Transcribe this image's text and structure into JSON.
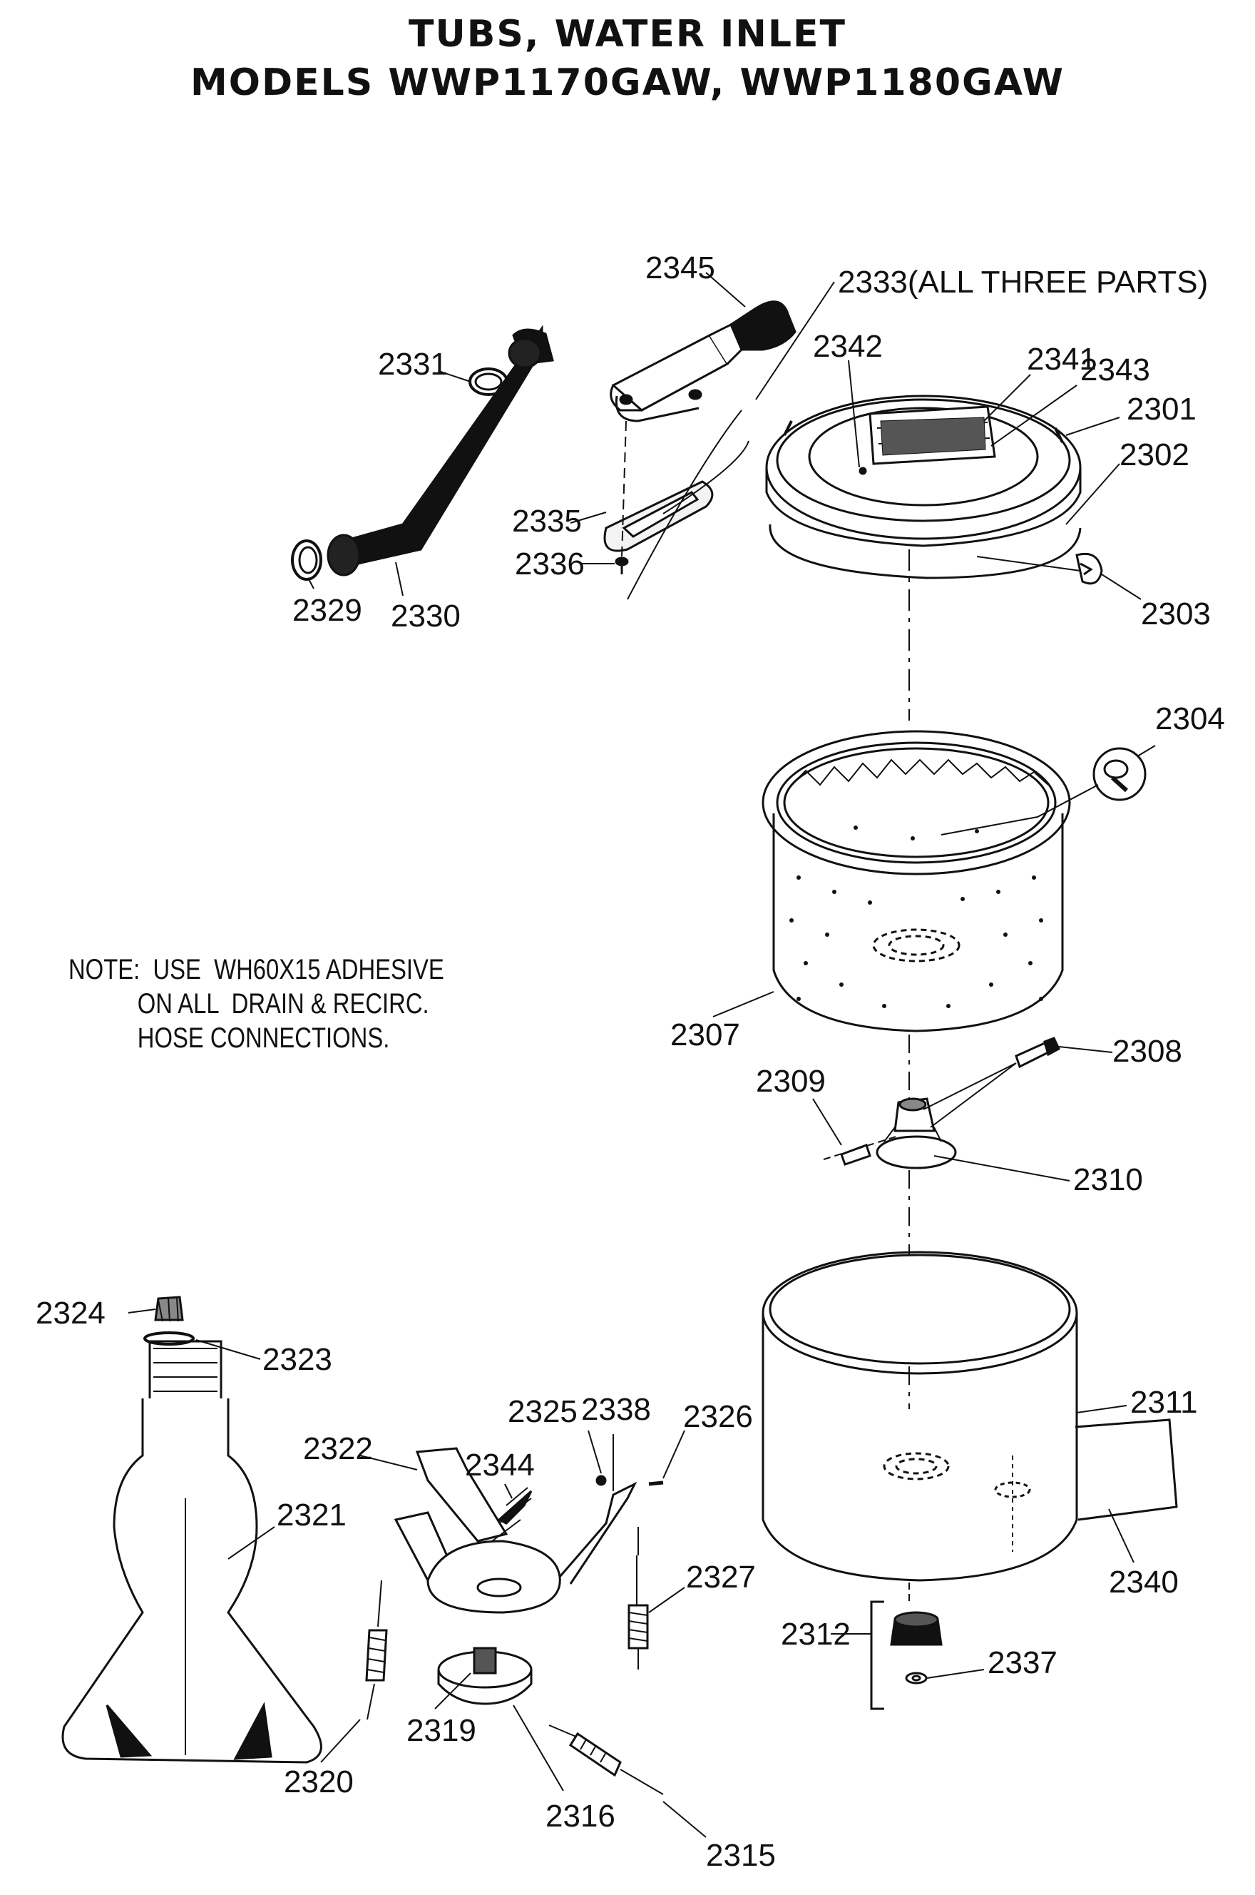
{
  "title": {
    "line1": "TUBS, WATER INLET",
    "line2": "MODELS WWP1170GAW, WWP1180GAW"
  },
  "note": {
    "line1": "NOTE:  USE  WH60X15 ADHESIVE",
    "line2": "ON ALL  DRAIN & RECIRC.",
    "line3": "HOSE CONNECTIONS."
  },
  "labels": {
    "p2345": "2345",
    "p2333": "2333(ALL THREE PARTS)",
    "p2342": "2342",
    "p2341": "2341",
    "p2343": "2343",
    "p2301": "2301",
    "p2331": "2331",
    "p2302": "2302",
    "p2335": "2335",
    "p2336": "2336",
    "p2303": "2303",
    "p2329": "2329",
    "p2330": "2330",
    "p2304": "2304",
    "p2307": "2307",
    "p2308": "2308",
    "p2309": "2309",
    "p2310": "2310",
    "p2324": "2324",
    "p2323": "2323",
    "p2311": "2311",
    "p2325": "2325",
    "p2338": "2338",
    "p2326": "2326",
    "p2322": "2322",
    "p2344": "2344",
    "p2321": "2321",
    "p2327": "2327",
    "p2340": "2340",
    "p2312": "2312",
    "p2337": "2337",
    "p2319": "2319",
    "p2320": "2320",
    "p2316": "2316",
    "p2315": "2315"
  }
}
